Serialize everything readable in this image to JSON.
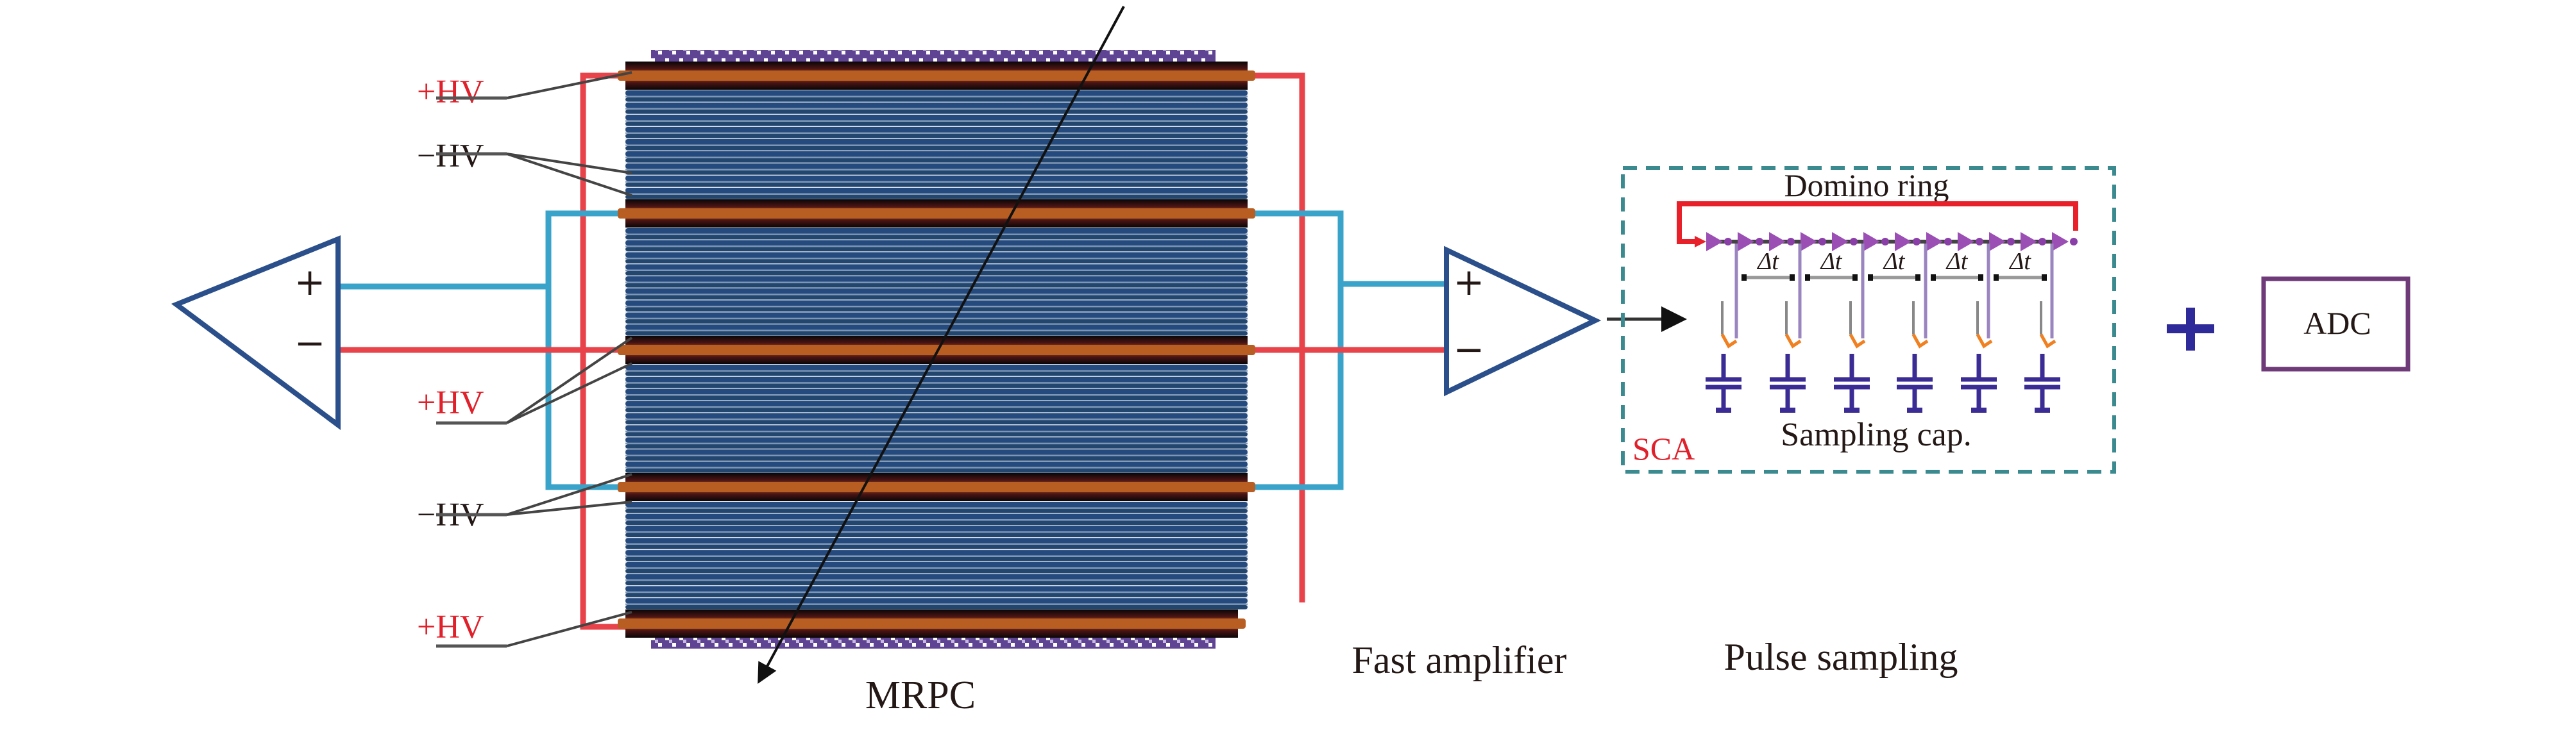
{
  "colors": {
    "hv_positive": "#e0202a",
    "hv_negative": "#231815",
    "signal_blue": "#3aa3c9",
    "signal_red": "#e8434a",
    "amp_outline": "#2a4f8a",
    "electrode": "#b85e22",
    "glass": "#254a7d",
    "glass_light": "#a9bdd4",
    "honeycomb": "#5f4494",
    "sca_border": "#3a8a8f",
    "domino_red": "#e8202a",
    "delay_cell": "#9b4fb5",
    "switch": "#f08020",
    "capacitor": "#3a2c94",
    "adc_border": "#6e3a78",
    "plus_sign": "#2f2a9a",
    "text": "#231815"
  },
  "mrpc": {
    "label": "MRPC",
    "hv_labels": [
      "+HV",
      "−HV",
      "+HV",
      "−HV",
      "+HV"
    ],
    "hv_polarity": [
      "positive",
      "negative",
      "positive",
      "negative",
      "positive"
    ],
    "electrode_count": 5,
    "gap_groups": 4
  },
  "preamp": {
    "plus": "+",
    "minus": "−"
  },
  "fast_amplifier": {
    "label": "Fast amplifier",
    "plus": "+",
    "minus": "−"
  },
  "pulse_sampling": {
    "label": "Pulse sampling",
    "sca_label": "SCA",
    "domino_label": "Domino ring",
    "sampling_cap_label": "Sampling cap.",
    "delta_t_label": "Δt",
    "delay_cells": 12,
    "delta_t_count": 5,
    "capacitor_count": 6
  },
  "adc": {
    "plus_symbol": "+",
    "label": "ADC"
  }
}
